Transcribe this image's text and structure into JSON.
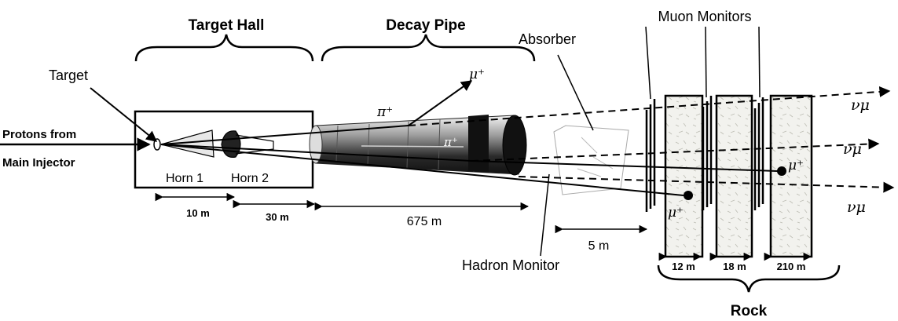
{
  "labels": {
    "target_hall": "Target Hall",
    "decay_pipe": "Decay Pipe",
    "absorber": "Absorber",
    "muon_monitors": "Muon Monitors",
    "target": "Target",
    "protons_line1": "Protons from",
    "protons_line2": "Main Injector",
    "horn1": "Horn 1",
    "horn2": "Horn 2",
    "hadron_monitor": "Hadron Monitor",
    "rock": "Rock"
  },
  "particles": {
    "pion_plus": "π⁺",
    "pion_plus_inner": "π⁺",
    "muon_plus_top": "μ⁺",
    "muon_plus_mid": "μ⁺",
    "muon_plus_low": "μ⁺",
    "nu_mu_1": "νμ",
    "nu_mu_2": "νμ",
    "nu_mu_3": "νμ"
  },
  "dimensions": {
    "d10m": "10 m",
    "d30m": "30 m",
    "d675m": "675 m",
    "d5m": "5 m",
    "d12m": "12 m",
    "d18m": "18 m",
    "d210m": "210 m"
  },
  "colors": {
    "ink": "#000000",
    "rock_fill": "#f2f2ee",
    "pipe_dark": "#1a1a1a"
  }
}
